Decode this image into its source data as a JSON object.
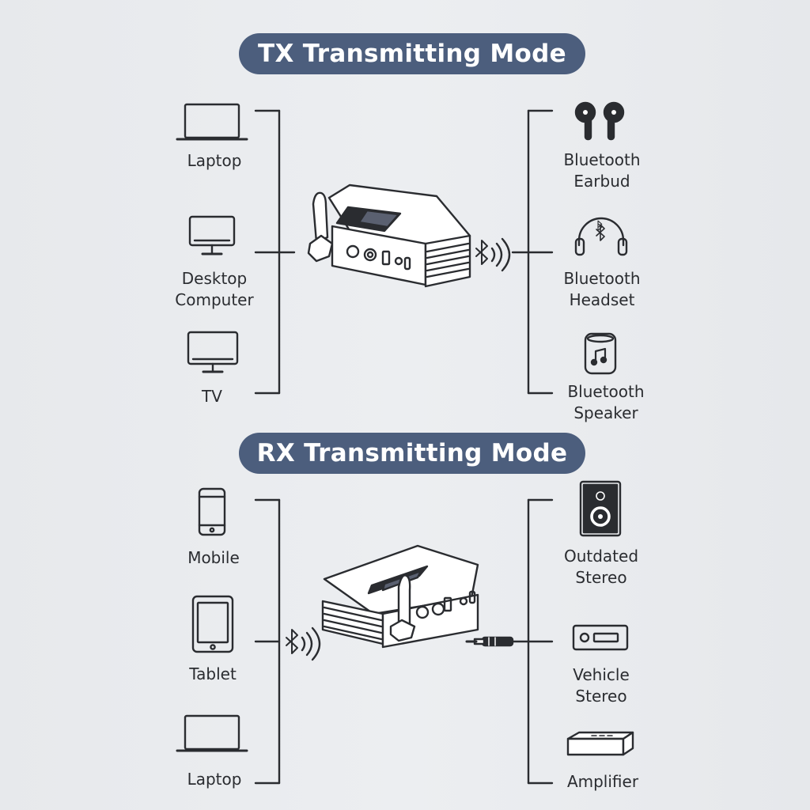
{
  "tx": {
    "title": "TX Transmitting Mode",
    "sources": [
      {
        "label": "Laptop",
        "icon": "laptop-icon"
      },
      {
        "label": "Desktop\nComputer",
        "icon": "desktop-monitor-icon"
      },
      {
        "label": "TV",
        "icon": "tv-icon"
      }
    ],
    "receivers": [
      {
        "label": "Bluetooth\nEarbud",
        "icon": "earbuds-icon"
      },
      {
        "label": "Bluetooth\nHeadset",
        "icon": "headset-icon"
      },
      {
        "label": "Bluetooth\nSpeaker",
        "icon": "speaker-icon"
      }
    ]
  },
  "rx": {
    "title": "RX Transmitting Mode",
    "sources": [
      {
        "label": "Mobile",
        "icon": "mobile-phone-icon"
      },
      {
        "label": "Tablet",
        "icon": "tablet-icon"
      },
      {
        "label": "Laptop",
        "icon": "laptop-icon"
      }
    ],
    "receivers": [
      {
        "label": "Outdated\nStereo",
        "icon": "stereo-speaker-icon"
      },
      {
        "label": "Vehicle\nStereo",
        "icon": "car-stereo-icon"
      },
      {
        "label": "Amplifier",
        "icon": "amplifier-icon"
      }
    ]
  },
  "colors": {
    "pill": "#4c5e7d",
    "line": "#2a2c30",
    "background": "#eaecef"
  }
}
